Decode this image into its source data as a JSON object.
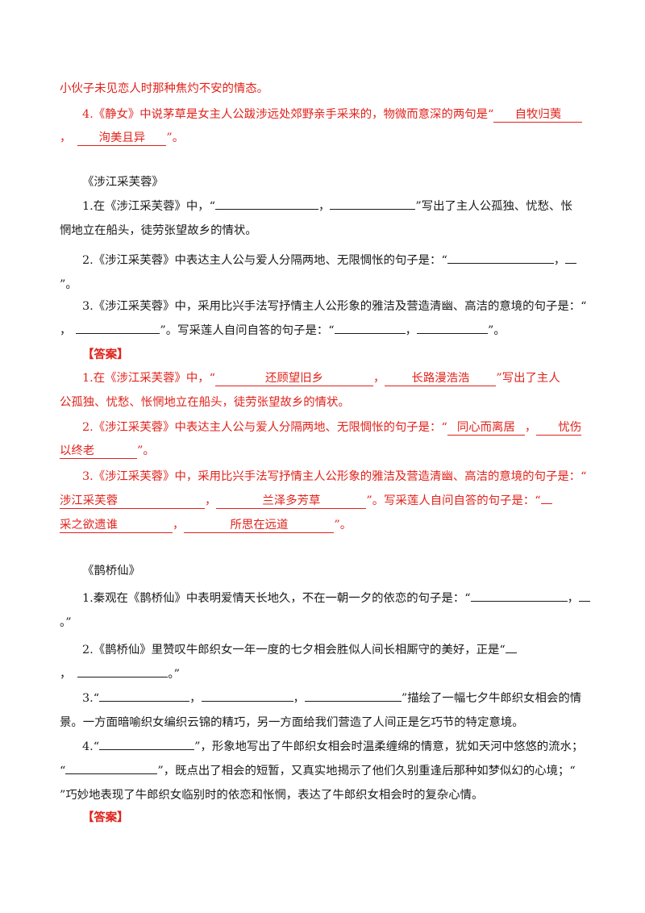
{
  "intro": {
    "line1": "小伙子未见恋人时那种焦灼不安的情态。",
    "q4": {
      "pre": "4.《静女》中说茅草是女主人公跋涉远处郊野亲手采来的，物微而意深的两句是“",
      "b1": "自牧归荑",
      "sep": "，",
      "b2": "洵美且异",
      "post": "”。"
    }
  },
  "sec1": {
    "title": "《涉江采芙蓉》",
    "q1": {
      "l1_pre": "1.在《涉江采芙蓉》中，“",
      "l1_mid": "，",
      "l1_post": "”写出了主人公孤独、忧愁、怅",
      "l2": "惘地立在船头，徒劳张望故乡的情状。"
    },
    "q2": {
      "l1_pre": "2.《涉江采芙蓉》中表达主人公与爱人分隔两地、无限惆怅的句子是：“",
      "l1_mid": "，",
      "l2": "”。"
    },
    "q3": {
      "l1": "3.《涉江采芙蓉》中，采用比兴手法写抒情主人公形象的雅洁及营造清幽、高洁的意境的句子是：“",
      "l2_pre": "，",
      "l2_mid": "”。写采莲人自问自答的句子是：“",
      "l2_sep": "，",
      "l2_post": "”。"
    },
    "answer_label": "【答案】",
    "a1": {
      "pre": "1.在《涉江采芙蓉》中，“",
      "b1": "还顾望旧乡",
      "sep": "，",
      "b2": "长路漫浩浩",
      "post": "”写出了主人",
      "l2": "公孤独、忧愁、怅惘地立在船头，徒劳张望故乡的情状。"
    },
    "a2": {
      "pre": "2.《涉江采芙蓉》中表达主人公与爱人分隔两地、无限惆怅的句子是：“",
      "b1": "同心而离居",
      "sep": "，",
      "b2_part1": "忧伤",
      "b2_part2": "以终老",
      "post": "”。"
    },
    "a3": {
      "l1": "3.《涉江采芙蓉》中，采用比兴手法写抒情主人公形象的雅洁及营造清幽、高洁的意境的句子是：“",
      "b1": "涉江采芙蓉",
      "sep": "，",
      "b2": "兰泽多芳草",
      "mid": "”。写采莲人自问自答的句子是：“",
      "b3": "采之欲遗谁",
      "sep2": "，",
      "b4": "所思在远道",
      "post": "”。"
    }
  },
  "sec2": {
    "title": "《鹊桥仙》",
    "q1": {
      "l1_pre": "1.秦观在《鹊桥仙》中表明爱情天长地久，不在一朝一夕的依恋的句子是：“",
      "l1_mid": "，",
      "l2": "。”"
    },
    "q2": {
      "l1": "2.《鹊桥仙》里赞叹牛郎织女一年一度的七夕相会胜似人间长相厮守的美好，正是“",
      "l2_pre": "，",
      "l2_post": "。”"
    },
    "q3": {
      "pre": "3.“",
      "sep": "，",
      "post": "”描绘了一幅七夕牛郎织女相会的情",
      "l2": "景。一方面暗喻织女编织云锦的精巧，另一方面给我们营造了人间正是乞巧节的特定意境。"
    },
    "q4": {
      "l1_pre": "4.“",
      "l1_post": "”，形象地写出了牛郎织女相会时温柔缠绵的情意，犹如天河中悠悠的流水；",
      "l2_pre": "“",
      "l2_post": "”，既点出了相会的短暂，又真实地揭示了他们久别重逢后那种如梦似幻的心境；“",
      "l3": "”巧妙地表现了牛郎织女临别时的依恋和怅惘，表达了牛郎织女相会时的复杂心情。"
    },
    "answer_label": "【答案】"
  }
}
